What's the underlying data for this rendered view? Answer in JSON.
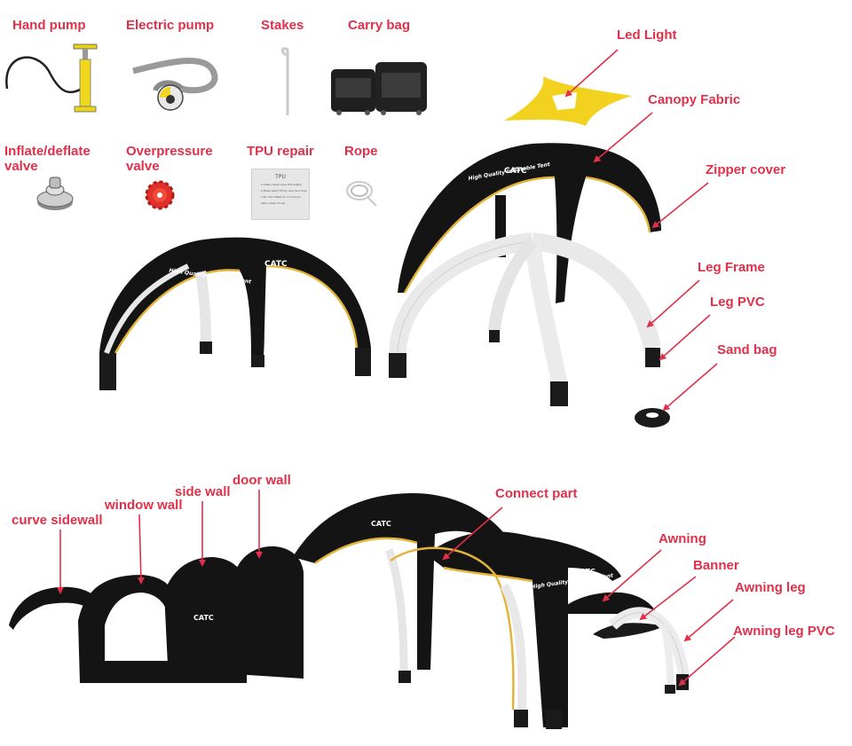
{
  "colors": {
    "label": "#e0304a",
    "fabric": "#141414",
    "trim": "#e2b53a",
    "leg": "#e8e8e8",
    "pvc": "#1a1a1a",
    "led": "#f3d21f"
  },
  "accessories": {
    "hand_pump": "Hand pump",
    "electric_pump": "Electric pump",
    "stakes": "Stakes",
    "carry_bag": "Carry bag",
    "valve": "Inflate/deflate\nvalve",
    "overpressure": "Overpressure\nvalve",
    "tpu_repair": "TPU repair",
    "rope": "Rope"
  },
  "tpu_card": {
    "title": "TPU",
    "lines": [
      "1.Clean repair area thoroughly",
      "2.Press patch firmly over puncture",
      "3.Do not inflate for 2 hours to",
      "allow repair to set"
    ]
  },
  "parts": {
    "led_light": "Led Light",
    "canopy_fabric": "Canopy Fabric",
    "zipper_cover": "Zipper cover",
    "leg_frame": "Leg Frame",
    "leg_pvc": "Leg PVC",
    "sand_bag": "Sand bag"
  },
  "walls": {
    "curve_sidewall": "curve sidewall",
    "window_wall": "window wall",
    "side_wall": "side wall",
    "door_wall": "door wall",
    "connect_part": "Connect part",
    "awning": "Awning",
    "banner": "Banner",
    "awning_leg": "Awning leg",
    "awning_leg_pvc": "Awning leg PVC"
  },
  "brand": {
    "logo": "CATC",
    "tagline": "High Quality Inflatable Tent"
  }
}
